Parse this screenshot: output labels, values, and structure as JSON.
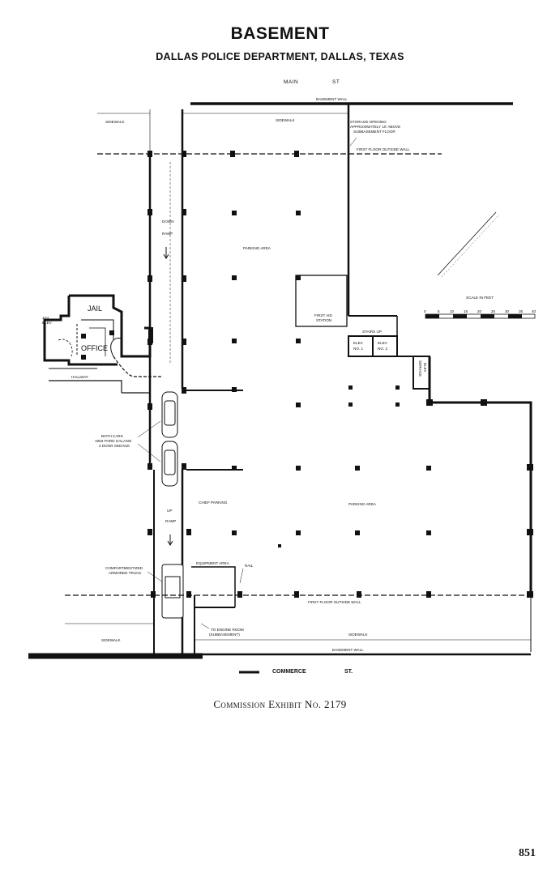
{
  "header": {
    "title": "BASEMENT",
    "subtitle": "DALLAS POLICE DEPARTMENT, DALLAS, TEXAS"
  },
  "streets": {
    "main": "MAIN",
    "main_st": "ST",
    "commerce": "COMMERCE",
    "commerce_st": "ST."
  },
  "labels": {
    "basement_wall_top": "BASEMENT WALL",
    "basement_wall_bottom": "BASEMENT WALL",
    "sidewalk_top_left": "SIDEWALK",
    "sidewalk_top_mid": "SIDEWALK",
    "sidewalk_bottom_left": "SIDEWALK",
    "sidewalk_bottom_right": "SIDEWALK",
    "storage_opening": [
      "STORAGE OPENING",
      "APPROXIMATELY 10' ABOVE",
      "SUBBASEMENT FLOOR"
    ],
    "first_floor_wall_top": "FIRST FLOOR OUTSIDE WALL",
    "first_floor_wall_bottom": "FIRST FLOOR OUTSIDE WALL",
    "down_ramp": [
      "DOWN",
      "RAMP"
    ],
    "up_ramp": [
      "UP",
      "RAMP"
    ],
    "parking_area_top": "PARKING AREA",
    "parking_area_right": "PARKING AREA",
    "first_aid_station": [
      "FIRST AID",
      "STATION"
    ],
    "stairs_up": "STAIRS UP",
    "elev1": [
      "ELEV",
      "NO. 1"
    ],
    "elev2": [
      "ELEV",
      "NO. 2"
    ],
    "service_elev": [
      "SERVICE",
      "ELEV"
    ],
    "jail": "JAIL",
    "jail_elev": [
      "JAIL",
      "ELEV"
    ],
    "office": "OFFICE",
    "hallway": "HALLWAY",
    "cars": [
      "BOTH CARS",
      "1963 FORD GALAXIE",
      "4 DOOR SEDANS"
    ],
    "chief_parking": "CHIEF PARKING",
    "equipment_area": "EQUIPMENT AREA",
    "rail": "RAIL",
    "armored_truck": [
      "COMPARTMENTIZED",
      "ARMORED TRUCK"
    ],
    "engine_room": [
      "TO ENGINE ROOM",
      "(SUBBASEMENT)"
    ],
    "scale_title": "SCALE IN FEET",
    "scale_ticks": [
      "0",
      "5",
      "10",
      "15",
      "20",
      "25",
      "30",
      "35",
      "40"
    ]
  },
  "footer": {
    "caption": "Commission Exhibit No. 2179",
    "page_number": "851"
  }
}
